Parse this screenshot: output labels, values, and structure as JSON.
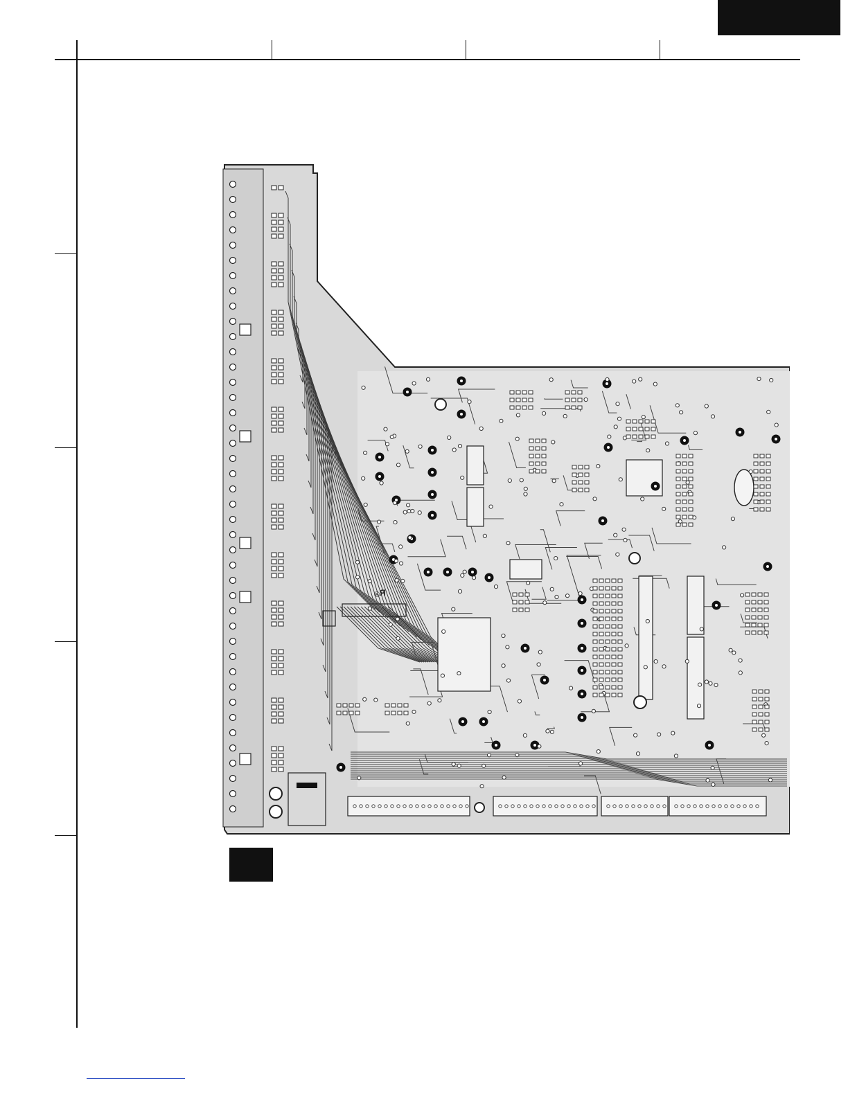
{
  "colors": {
    "board_fill": "#d9d9d9",
    "board_stroke": "#222222",
    "trace": "#3a3a3a",
    "pad": "#111111",
    "ink": "#111111",
    "link": "#1a3fbf"
  },
  "icons": {
    "page_tab": "black-label-block",
    "section_marker": "black-square-block",
    "silk_logo": "certification-mark"
  }
}
